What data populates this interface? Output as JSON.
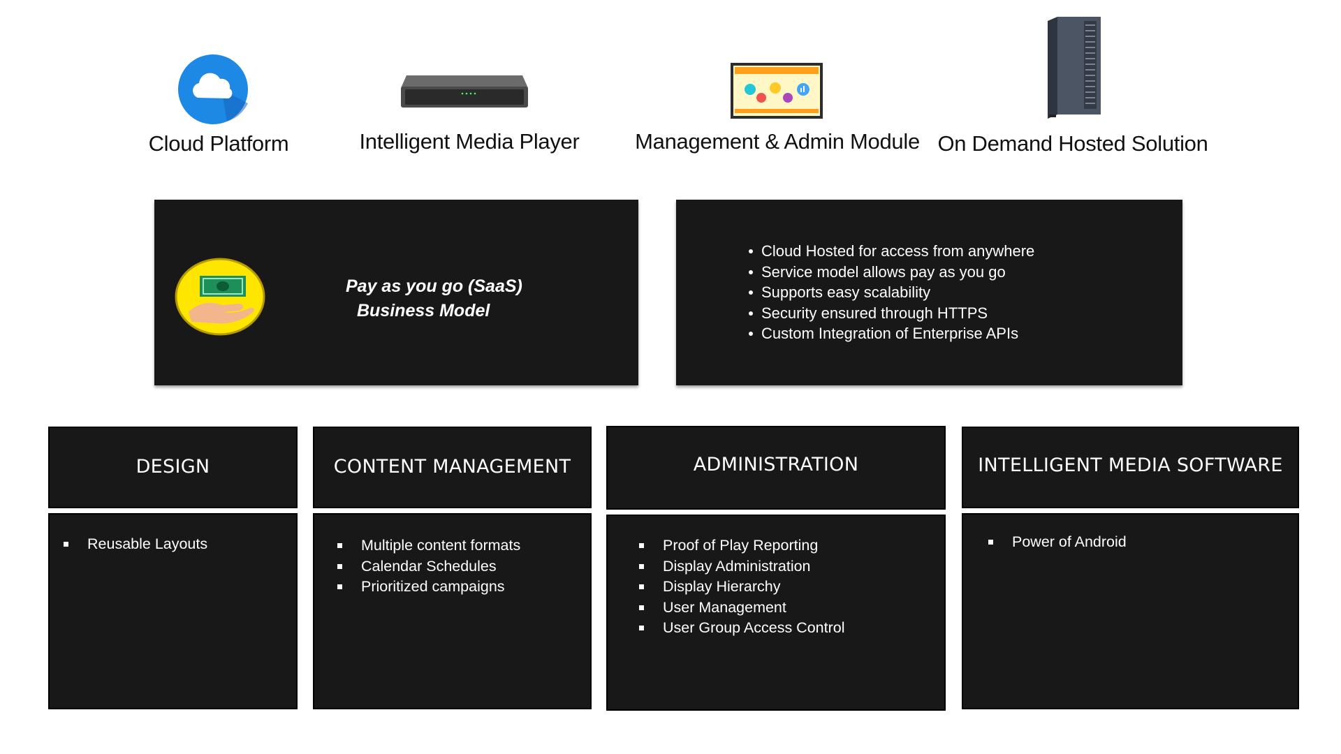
{
  "top_row": [
    {
      "label": "Cloud Platform",
      "icon": "cloud-icon"
    },
    {
      "label": "Intelligent Media Player",
      "icon": "media-player-device-icon"
    },
    {
      "label": "Management & Admin Module",
      "icon": "admin-dashboard-monitor-icon"
    },
    {
      "label": "On Demand Hosted Solution",
      "icon": "server-tower-icon"
    }
  ],
  "saas": {
    "line1": "Pay as you go (SaaS)",
    "line2": "Business Model",
    "icon": "money-hand-icon"
  },
  "features": [
    "Cloud Hosted for access from anywhere",
    "Service model allows pay as you go",
    "Supports easy scalability",
    "Security ensured through HTTPS",
    "Custom Integration  of Enterprise APIs"
  ],
  "modules": [
    {
      "title": "DESIGN",
      "items": [
        "Reusable Layouts"
      ]
    },
    {
      "title": "CONTENT MANAGEMENT",
      "items": [
        "Multiple content formats",
        "Calendar Schedules",
        "Prioritized campaigns"
      ]
    },
    {
      "title": "ADMINISTRATION",
      "items": [
        "Proof of Play Reporting",
        "Display Administration",
        "Display Hierarchy",
        "User Management",
        "User Group Access Control"
      ]
    },
    {
      "title": "INTELLIGENT MEDIA SOFTWARE",
      "items": [
        "Power of Android"
      ]
    }
  ],
  "colors": {
    "panel": "#181818",
    "cloud_blue": "#1e88e5",
    "coin_yellow": "#ffe600",
    "money_green": "#1f8f5a"
  }
}
